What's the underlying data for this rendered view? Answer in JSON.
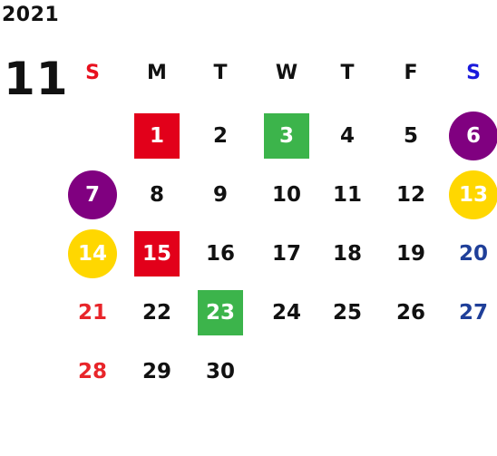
{
  "calendar": {
    "year": "2021",
    "month": "11",
    "weekday_headers": [
      {
        "label": "S",
        "color": "#e8101e"
      },
      {
        "label": "M",
        "color": "#111111"
      },
      {
        "label": "T",
        "color": "#111111"
      },
      {
        "label": "W",
        "color": "#111111"
      },
      {
        "label": "T",
        "color": "#111111"
      },
      {
        "label": "F",
        "color": "#111111"
      },
      {
        "label": "S",
        "color": "#1a1adc"
      }
    ],
    "first_weekday_index": 1,
    "days": [
      {
        "day": "1",
        "color": "#ffffff",
        "mark": "square",
        "mark_color": "#e2001a"
      },
      {
        "day": "2",
        "color": "#111111",
        "mark": null,
        "mark_color": null
      },
      {
        "day": "3",
        "color": "#ffffff",
        "mark": "square",
        "mark_color": "#3cb44b"
      },
      {
        "day": "4",
        "color": "#111111",
        "mark": null,
        "mark_color": null
      },
      {
        "day": "5",
        "color": "#111111",
        "mark": null,
        "mark_color": null
      },
      {
        "day": "6",
        "color": "#ffffff",
        "mark": "circle",
        "mark_color": "#800080"
      },
      {
        "day": "7",
        "color": "#ffffff",
        "mark": "circle",
        "mark_color": "#800080"
      },
      {
        "day": "8",
        "color": "#111111",
        "mark": null,
        "mark_color": null
      },
      {
        "day": "9",
        "color": "#111111",
        "mark": null,
        "mark_color": null
      },
      {
        "day": "10",
        "color": "#111111",
        "mark": null,
        "mark_color": null
      },
      {
        "day": "11",
        "color": "#111111",
        "mark": null,
        "mark_color": null
      },
      {
        "day": "12",
        "color": "#111111",
        "mark": null,
        "mark_color": null
      },
      {
        "day": "13",
        "color": "#ffffff",
        "mark": "circle",
        "mark_color": "#ffd700"
      },
      {
        "day": "14",
        "color": "#ffffff",
        "mark": "circle",
        "mark_color": "#ffd700"
      },
      {
        "day": "15",
        "color": "#ffffff",
        "mark": "square",
        "mark_color": "#e2001a"
      },
      {
        "day": "16",
        "color": "#111111",
        "mark": null,
        "mark_color": null
      },
      {
        "day": "17",
        "color": "#111111",
        "mark": null,
        "mark_color": null
      },
      {
        "day": "18",
        "color": "#111111",
        "mark": null,
        "mark_color": null
      },
      {
        "day": "19",
        "color": "#111111",
        "mark": null,
        "mark_color": null
      },
      {
        "day": "20",
        "color": "#1f3f99",
        "mark": null,
        "mark_color": null
      },
      {
        "day": "21",
        "color": "#e8252a",
        "mark": null,
        "mark_color": null
      },
      {
        "day": "22",
        "color": "#111111",
        "mark": null,
        "mark_color": null
      },
      {
        "day": "23",
        "color": "#ffffff",
        "mark": "square",
        "mark_color": "#3cb44b"
      },
      {
        "day": "24",
        "color": "#111111",
        "mark": null,
        "mark_color": null
      },
      {
        "day": "25",
        "color": "#111111",
        "mark": null,
        "mark_color": null
      },
      {
        "day": "26",
        "color": "#111111",
        "mark": null,
        "mark_color": null
      },
      {
        "day": "27",
        "color": "#1f3f99",
        "mark": null,
        "mark_color": null
      },
      {
        "day": "28",
        "color": "#e8252a",
        "mark": null,
        "mark_color": null
      },
      {
        "day": "29",
        "color": "#111111",
        "mark": null,
        "mark_color": null
      },
      {
        "day": "30",
        "color": "#111111",
        "mark": null,
        "mark_color": null
      }
    ]
  }
}
